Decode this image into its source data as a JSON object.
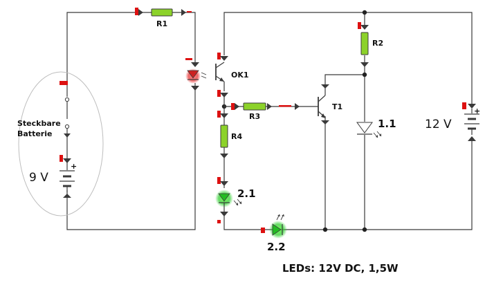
{
  "labels": {
    "r1": "R1",
    "r2": "R2",
    "r3": "R3",
    "r4": "R4",
    "ok1": "OK1",
    "t1": "T1",
    "led_1_1": "1.1",
    "led_2_1": "2.1",
    "led_2_2": "2.2",
    "v12": "12 V",
    "v9": "9 V",
    "battery_line1": "Steckbare",
    "battery_line2": "Batterie",
    "leds_note": "LEDs: 12V DC, 1,5W",
    "plus": "+"
  },
  "colors": {
    "wire": "#3a3a3a",
    "resistor": "#8cd22a",
    "marker": "#dd1111",
    "led_green_glow": "#33cc33",
    "led_red_glow": "#ee3333"
  }
}
